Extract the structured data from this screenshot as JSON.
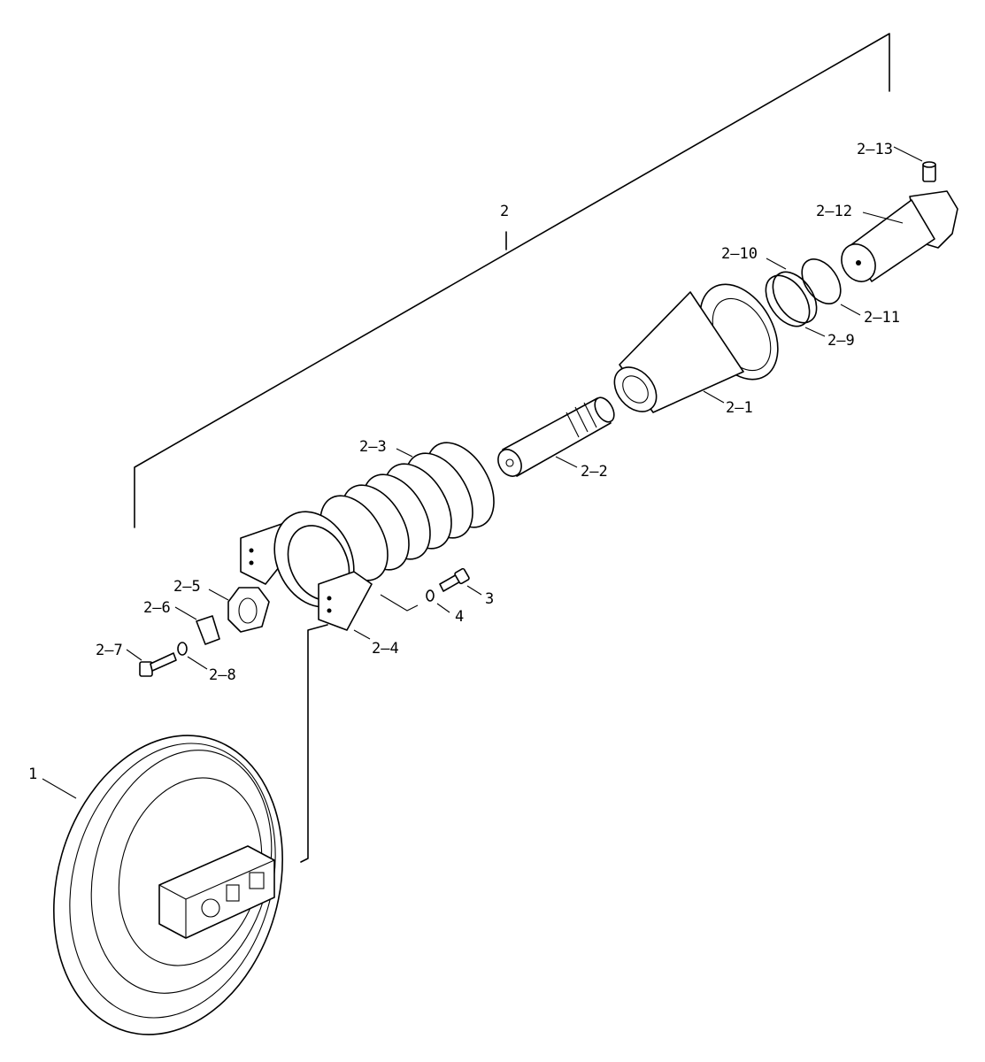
{
  "diagram": {
    "labels": {
      "p1": "1",
      "p2": "2",
      "p2_1": "2–1",
      "p2_2": "2–2",
      "p2_3": "2–3",
      "p2_4": "2–4",
      "p2_5": "2–5",
      "p2_6": "2–6",
      "p2_7": "2–7",
      "p2_8": "2–8",
      "p2_9": "2–9",
      "p2_10": "2–10",
      "p2_11": "2–11",
      "p2_12": "2–12",
      "p2_13": "2–13",
      "p3": "3",
      "p4": "4"
    }
  }
}
